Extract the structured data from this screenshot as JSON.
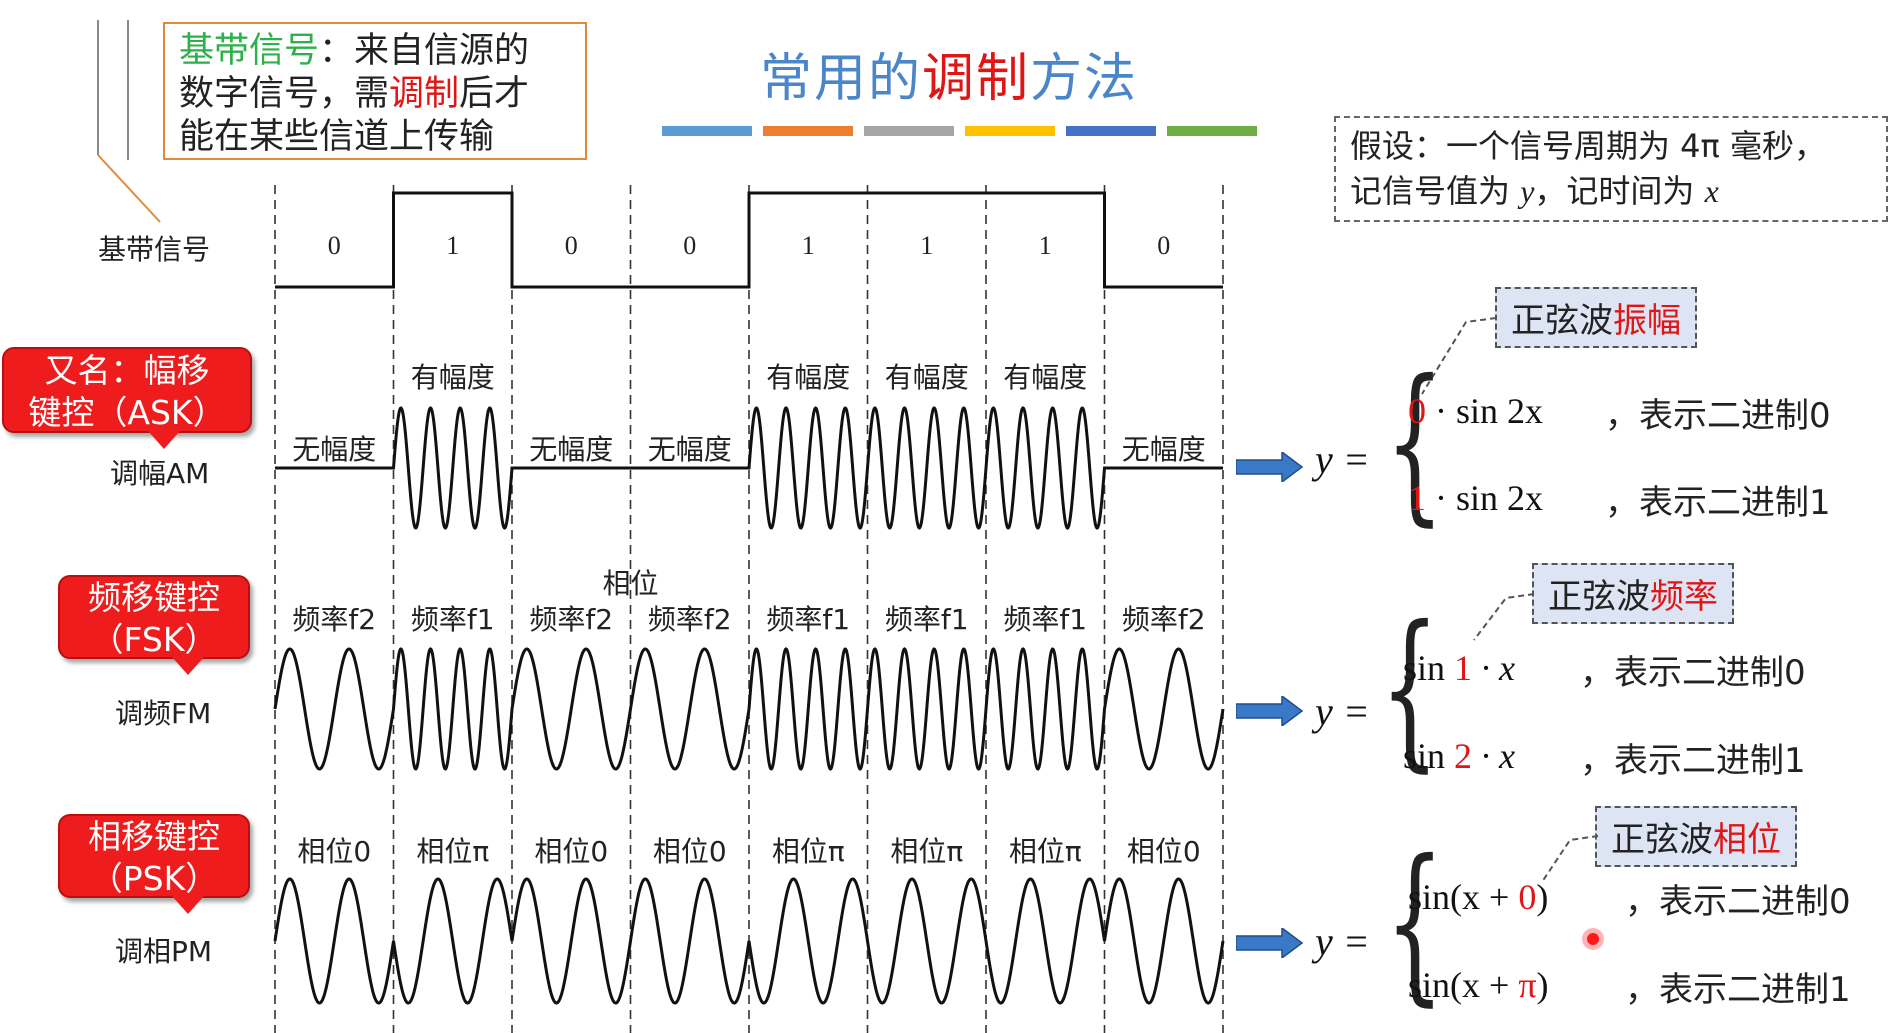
{
  "callout": {
    "term": "基带信号",
    "part1": "：来自信源的",
    "part2": "数字信号，需",
    "highlight": "调制",
    "part3": "后才",
    "part4": "能在某些信道上传输"
  },
  "title": {
    "part1": "常用的",
    "highlight": "调制",
    "part2": "方法"
  },
  "color_bar": [
    "#5b9bd5",
    "#ed7d31",
    "#a5a5a5",
    "#ffc000",
    "#4472c4",
    "#70ad47"
  ],
  "assumption": {
    "line1": "假设：一个信号周期为 4π 毫秒，",
    "line2_a": "记信号值为 ",
    "line2_y": "y",
    "line2_b": "，记时间为 ",
    "line2_x": "x"
  },
  "rows": {
    "baseband": {
      "label": "基带信号",
      "bits": [
        "0",
        "1",
        "0",
        "0",
        "1",
        "1",
        "1",
        "0"
      ]
    },
    "ask": {
      "bubble_line1": "又名：幅移",
      "bubble_line2": "键控（ASK）",
      "label": "调幅AM",
      "segments": [
        "无幅度",
        "有幅度",
        "无幅度",
        "无幅度",
        "有幅度",
        "有幅度",
        "有幅度",
        "无幅度"
      ]
    },
    "fsk": {
      "bubble_line1": "频移键控",
      "bubble_line2": "（FSK）",
      "label": "调频FM",
      "extra_label": "相位",
      "segments": [
        "频率f2",
        "频率f1",
        "频率f2",
        "频率f2",
        "频率f1",
        "频率f1",
        "频率f1",
        "频率f2"
      ]
    },
    "psk": {
      "bubble_line1": "相移键控",
      "bubble_line2": "（PSK）",
      "label": "调相PM",
      "segments": [
        "相位0",
        "相位π",
        "相位0",
        "相位0",
        "相位π",
        "相位π",
        "相位π",
        "相位0"
      ]
    }
  },
  "equations": {
    "ask": {
      "tag_a": "正弦波",
      "tag_b": "振幅",
      "y": "y =",
      "line1_coef": "0",
      "line1_rest": " · sin 2x",
      "line1_desc": "，表示二进制0",
      "line2_coef": "1",
      "line2_rest": " · sin 2x",
      "line2_desc": "，表示二进制1"
    },
    "fsk": {
      "tag_a": "正弦波",
      "tag_b": "频率",
      "y": "y =",
      "line1_a": "sin ",
      "line1_coef": "1",
      "line1_b": " · x",
      "line1_desc": "，表示二进制0",
      "line2_a": "sin ",
      "line2_coef": "2",
      "line2_b": " · x",
      "line2_desc": "，表示二进制1"
    },
    "psk": {
      "tag_a": "正弦波",
      "tag_b": "相位",
      "y": "y =",
      "line1_a": "sin(x + ",
      "line1_coef": "0",
      "line1_b": ")",
      "line1_desc": "，表示二进制0",
      "line2_a": "sin(x + ",
      "line2_coef": "π",
      "line2_b": ")",
      "line2_desc": "，表示二进制1"
    }
  }
}
